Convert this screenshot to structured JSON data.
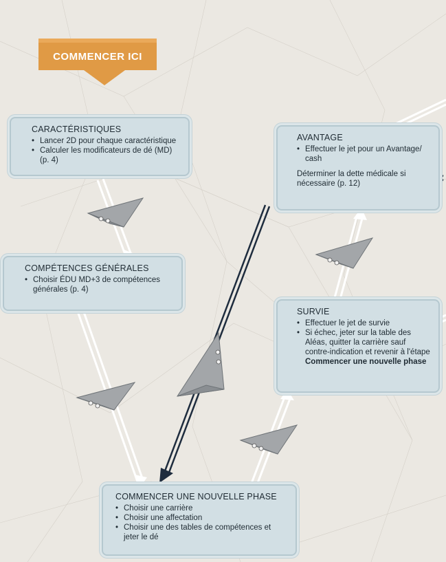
{
  "start": {
    "label": "COMMENCER ICI",
    "color": "#e09a45"
  },
  "boxes": {
    "caracteristiques": {
      "title": "CARACTÉRISTIQUES",
      "items": [
        "Lancer 2D pour chaque caractéristique",
        "Calculer les modificateurs de dé (MD) (p. 4)"
      ]
    },
    "competences": {
      "title": "COMPÉTENCES GÉNÉRALES",
      "items": [
        "Choisir ÉDU MD+3 de compétences générales (p. 4)"
      ]
    },
    "avantage": {
      "title": "AVANTAGE",
      "items": [
        "Effectuer le jet pour un Avantage/ cash"
      ],
      "note": "Déterminer la dette médicale si nécessaire (p. 12)"
    },
    "survie": {
      "title": "SURVIE",
      "items": [
        "Effectuer le jet de survie"
      ],
      "item2_text": "Si échec, jeter sur la table des Aléas, quitter la carrière sauf contre-indication et revenir à l'étape ",
      "item2_bold": "Commencer une nouvelle phase"
    },
    "nouvelle_phase": {
      "title": "COMMENCER UNE NOUVELLE PHASE",
      "items": [
        "Choisir une carrière",
        "Choisir une affectation",
        "Choisir une des tables de compétences et jeter le dé"
      ]
    }
  },
  "colors": {
    "box_fill": "#d2dfe4",
    "box_border": "#b5c8cf",
    "arrow_dark": "#1e2c3e",
    "background": "#ebe8e2"
  }
}
